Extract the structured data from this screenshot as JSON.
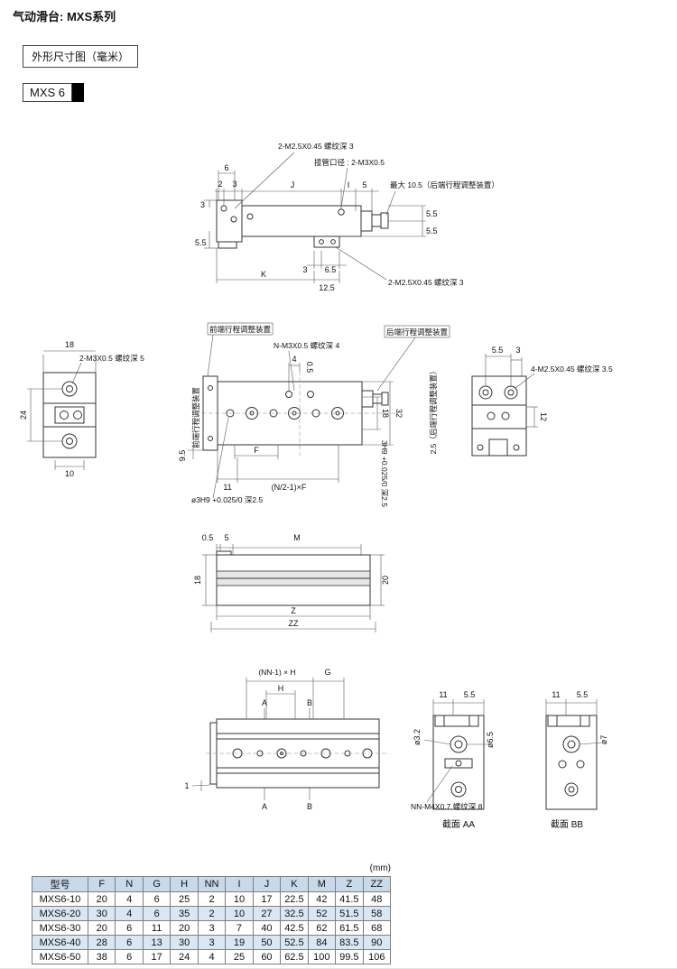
{
  "page": {
    "title": "气动滑台: MXS系列",
    "subtitle_box": "外形尺寸图（毫米）",
    "model_box": "MXS 6"
  },
  "d1": {
    "callout_thread_top": "2-M2.5X0.45 螺纹深 3",
    "callout_port": "接管口径 : 2-M3X0.5",
    "callout_max": "最大 10.5（后端行程调整装置）",
    "callout_thread_bottom": "2-M2.5X0.45 螺纹深 3",
    "dim_6": "6",
    "dim_2": "2",
    "dim_3a": "3",
    "dim_J": "J",
    "dim_I": "I",
    "dim_5": "5",
    "dim_3left": "3",
    "dim_55left": "5.5",
    "dim_55r1": "5.5",
    "dim_55r2": "5.5",
    "dim_3b": "3",
    "dim_65": "6.5",
    "dim_K": "K",
    "dim_125": "12.5"
  },
  "d2": {
    "label_front_box": "前端行程调整装置",
    "label_rear_box": "后端行程调整装置",
    "label_front_vert": "前端行程调整装置",
    "label_rear_vert": "2.5（后端行程调整装置）",
    "callout_left_thread": "2-M3X0.5 螺纹深 5",
    "callout_n_thread": "N-M3X0.5 螺纹深 4",
    "callout_right_thread": "4-M2.5X0.45 螺纹深 3.5",
    "callout_hole": "ø3H9 +0.025/0 深2.5",
    "dim_hole_vert": "3H9 +0.025/0 深2.5",
    "dim_18": "18",
    "dim_24": "24",
    "dim_10": "10",
    "dim_4": "4",
    "dim_05": "0.5",
    "dim_18r": "18",
    "dim_32": "32",
    "dim_95": "9.5",
    "dim_F": "F",
    "dim_11": "11",
    "dim_formula": "(N/2-1)×F",
    "dim_55": "5.5",
    "dim_3": "3",
    "dim_12": "12"
  },
  "d3": {
    "dim_05": "0.5",
    "dim_5": "5",
    "dim_M": "M",
    "dim_18": "18",
    "dim_20": "20",
    "dim_Z": "Z",
    "dim_ZZ": "ZZ"
  },
  "d4": {
    "dim_span": "(NN-1) × H",
    "dim_G": "G",
    "dim_H": "H",
    "dim_A": "A",
    "dim_B": "B",
    "dim_1": "1",
    "aa": {
      "dim_11": "11",
      "dim_55": "5.5",
      "dim_d32": "ø3.2",
      "dim_d65": "ø6.5",
      "callout": "NN-M4X0.7 螺纹深 8",
      "label": "截面 AA"
    },
    "bb": {
      "dim_11": "11",
      "dim_55": "5.5",
      "dim_d7": "ø7",
      "label": "截面 BB"
    }
  },
  "table": {
    "unit": "(mm)",
    "cols": [
      "型号",
      "F",
      "N",
      "G",
      "H",
      "NN",
      "I",
      "J",
      "K",
      "M",
      "Z",
      "ZZ"
    ],
    "rows": [
      [
        "MXS6-10",
        "20",
        "4",
        "6",
        "25",
        "2",
        "10",
        "17",
        "22.5",
        "42",
        "41.5",
        "48"
      ],
      [
        "MXS6-20",
        "30",
        "4",
        "6",
        "35",
        "2",
        "10",
        "27",
        "32.5",
        "52",
        "51.5",
        "58"
      ],
      [
        "MXS6-30",
        "20",
        "6",
        "11",
        "20",
        "3",
        "7",
        "40",
        "42.5",
        "62",
        "61.5",
        "68"
      ],
      [
        "MXS6-40",
        "28",
        "6",
        "13",
        "30",
        "3",
        "19",
        "50",
        "52.5",
        "84",
        "83.5",
        "90"
      ],
      [
        "MXS6-50",
        "38",
        "6",
        "17",
        "24",
        "4",
        "25",
        "60",
        "62.5",
        "100",
        "99.5",
        "106"
      ]
    ]
  }
}
